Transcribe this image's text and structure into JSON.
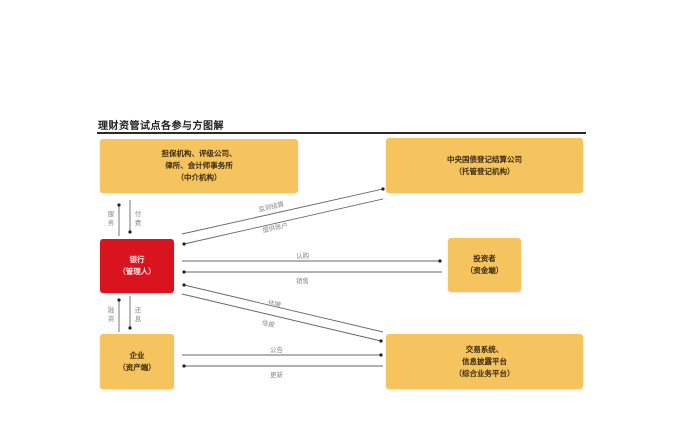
{
  "title": "理财资管试点各参与方图解",
  "colors": {
    "box_fill": "#f6c45f",
    "bank_fill": "#d9141e",
    "line": "#555555",
    "label": "#8a8a8a",
    "rule": "#2a2a2a"
  },
  "nodes": {
    "intermediary": {
      "lines": [
        "担保机构、评级公司、",
        "律所、会计师事务所",
        "（中介机构）"
      ]
    },
    "custodian": {
      "lines": [
        "中央国债登记结算公司",
        "（托管登记机构）"
      ]
    },
    "bank": {
      "lines": [
        "银行",
        "（管理人）"
      ]
    },
    "investor": {
      "lines": [
        "投资者",
        "（资金端）"
      ]
    },
    "enterprise": {
      "lines": [
        "企业",
        "（资产端）"
      ]
    },
    "platform": {
      "lines": [
        "交易系统、",
        "信息披露平台",
        "（综合业务平台）"
      ]
    }
  },
  "edges": {
    "intermediary_to_bank": "服务",
    "bank_to_intermediary": "付费",
    "bank_to_custodian": "监测结算",
    "custodian_to_bank": "提供账户",
    "bank_to_investor": "认购",
    "investor_to_bank": "销售",
    "platform_to_bank": "挂牌",
    "bank_to_platform": "信披",
    "enterprise_to_bank": "融资",
    "bank_to_enterprise": "还息",
    "enterprise_to_platform": "公告",
    "platform_to_enterprise": "更新"
  }
}
